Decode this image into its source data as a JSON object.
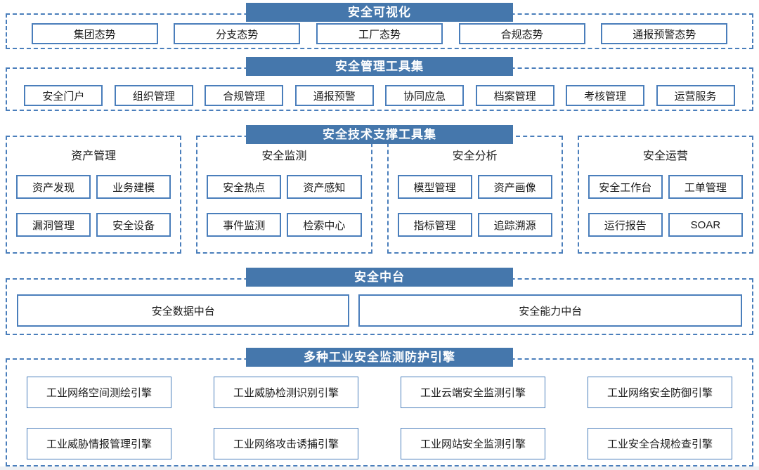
{
  "colors": {
    "header_bg": "#4577AC",
    "box_border": "#4A7EBB",
    "header_text": "#FFFFFF",
    "body_text": "#1A1A1A"
  },
  "sections": {
    "visualization": {
      "header": "安全可视化",
      "items": [
        "集团态势",
        "分支态势",
        "工厂态势",
        "合规态势",
        "通报预警态势"
      ]
    },
    "management": {
      "header": "安全管理工具集",
      "items": [
        "安全门户",
        "组织管理",
        "合规管理",
        "通报预警",
        "协同应急",
        "档案管理",
        "考核管理",
        "运营服务"
      ]
    },
    "tech_support": {
      "header": "安全技术支撑工具集",
      "groups": [
        {
          "title": "资产管理",
          "items": [
            "资产发现",
            "业务建模",
            "漏洞管理",
            "安全设备"
          ]
        },
        {
          "title": "安全监测",
          "items": [
            "安全热点",
            "资产感知",
            "事件监测",
            "检索中心"
          ]
        },
        {
          "title": "安全分析",
          "items": [
            "模型管理",
            "资产画像",
            "指标管理",
            "追踪溯源"
          ]
        },
        {
          "title": "安全运营",
          "items": [
            "安全工作台",
            "工单管理",
            "运行报告",
            "SOAR"
          ]
        }
      ]
    },
    "middle_platform": {
      "header": "安全中台",
      "items": [
        "安全数据中台",
        "安全能力中台"
      ]
    },
    "engines": {
      "header": "多种工业安全监测防护引擎",
      "items": [
        "工业网络空间测绘引擎",
        "工业威胁检测识别引擎",
        "工业云端安全监测引擎",
        "工业网络安全防御引擎",
        "工业威胁情报管理引擎",
        "工业网络攻击诱捕引擎",
        "工业网站安全监测引擎",
        "工业安全合规检查引擎"
      ]
    }
  }
}
